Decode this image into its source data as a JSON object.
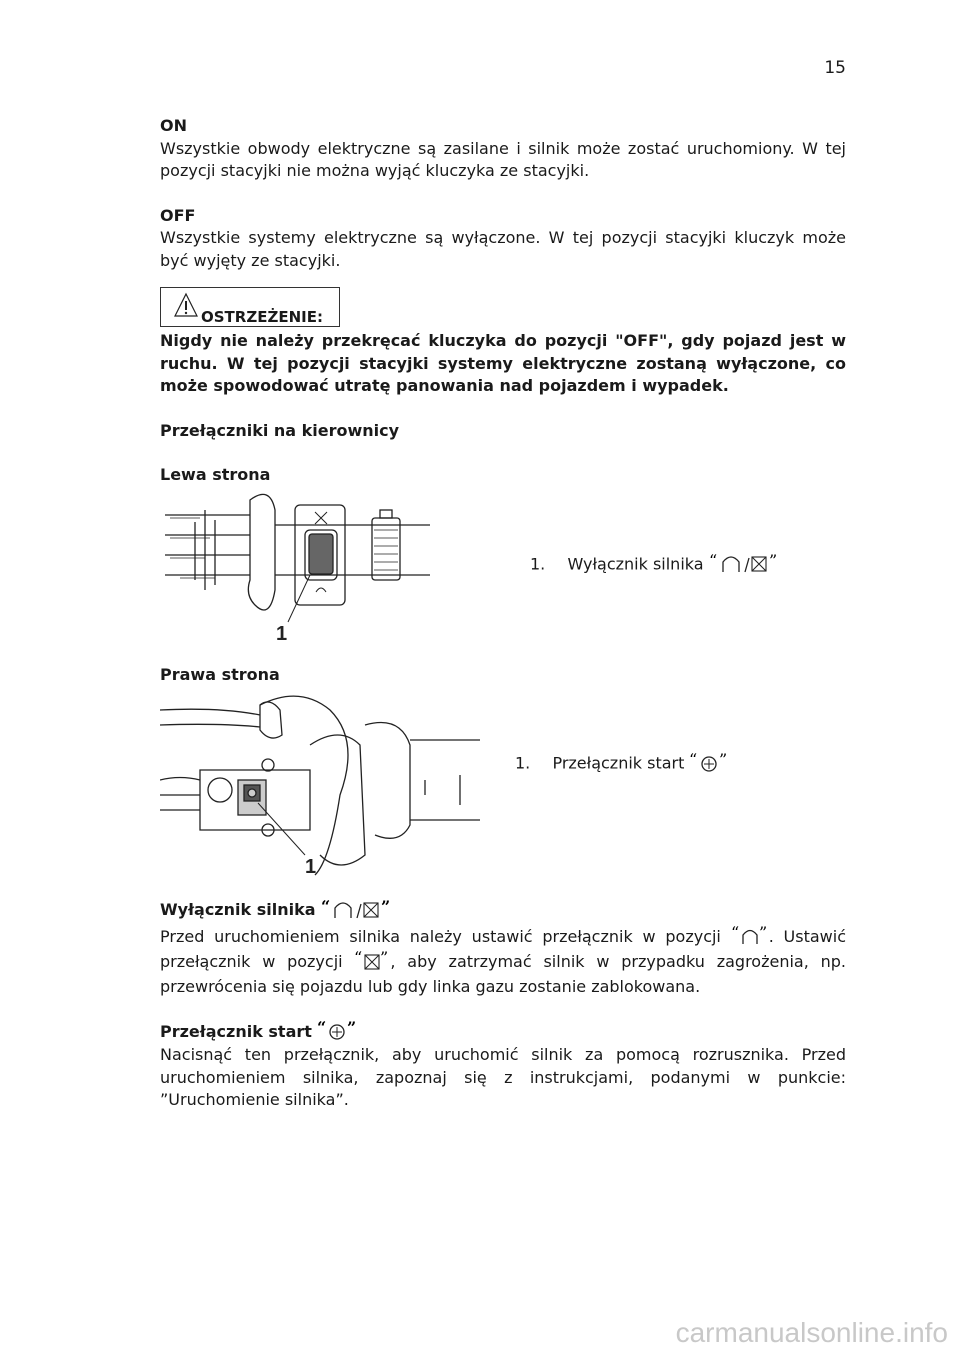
{
  "page_number": "15",
  "on": {
    "title": "ON",
    "text": "Wszystkie obwody elektryczne są zasilane i silnik może zostać uruchomiony. W tej pozycji stacyjki nie można wyjąć kluczyka ze stacyjki."
  },
  "off": {
    "title": "OFF",
    "text": "Wszystkie systemy elektryczne są wyłączone. W tej pozycji stacyjki kluczyk może być wyjęty ze stacyjki."
  },
  "warning": {
    "label": "OSTRZEŻENIE:",
    "text": "Nigdy nie należy przekręcać kluczyka do pozycji \"OFF\", gdy pojazd jest w ruchu. W tej pozycji stacyjki systemy elektryczne zostaną wyłączone, co może spowodować utratę panowania nad pojazdem i wypadek."
  },
  "handlebar_heading": "Przełączniki na kierownicy",
  "left_side": {
    "heading": "Lewa strona",
    "callout": "1",
    "caption_num": "1.",
    "caption": "Wyłącznik silnika"
  },
  "right_side": {
    "heading": "Prawa strona",
    "callout": "1",
    "caption_num": "1.",
    "caption": "Przełącznik start"
  },
  "engine_switch": {
    "heading": "Wyłącznik silnika",
    "text_a": "Przed uruchomieniem silnika należy ustawić przełącznik w pozycji",
    "text_b": ". Ustawić przełącznik w pozycji",
    "text_c": ", aby zatrzymać silnik w przypadku zagrożenia, np. przewrócenia się pojazdu lub gdy linka gazu zostanie zablokowana."
  },
  "start_switch": {
    "heading": "Przełącznik start",
    "text": "Nacisnąć ten przełącznik, aby uruchomić silnik za pomocą rozrusznika. Przed uruchomieniem silnika, zapoznaj się z instrukcjami, podanymi w punkcie: ”Uruchomienie silnika”."
  },
  "watermark": "carmanualsonline.info",
  "icons": [
    "warning-triangle-icon",
    "engine-run-icon",
    "engine-stop-icon",
    "starter-icon"
  ]
}
